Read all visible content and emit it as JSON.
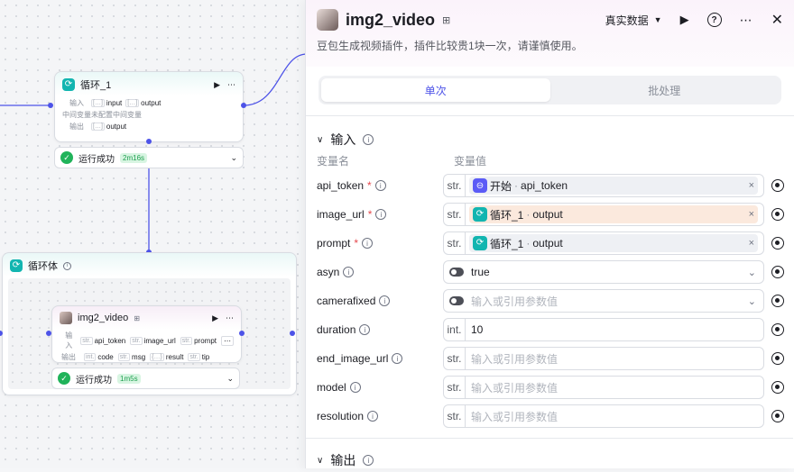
{
  "canvas": {
    "loop_node": {
      "title": "循环_1",
      "rows": [
        {
          "label": "输入",
          "tags": [
            {
              "type": "[…]",
              "name": "input"
            },
            {
              "type": "[…]",
              "name": "output"
            }
          ]
        },
        {
          "label": "中间变量",
          "text": "未配置中间变量"
        },
        {
          "label": "输出",
          "tags": [
            {
              "type": "[…]",
              "name": "output"
            }
          ]
        }
      ],
      "status": "运行成功",
      "time": "2m16s"
    },
    "loop_body": {
      "title": "循环体"
    },
    "video_node": {
      "title": "img2_video",
      "rows": [
        {
          "label": "输入",
          "tags": [
            {
              "type": "str.",
              "name": "api_token"
            },
            {
              "type": "str.",
              "name": "image_url"
            },
            {
              "type": "str.",
              "name": "prompt"
            }
          ]
        },
        {
          "label": "输出",
          "tags": [
            {
              "type": "int.",
              "name": "code"
            },
            {
              "type": "str.",
              "name": "msg"
            },
            {
              "type": "{…}",
              "name": "result"
            },
            {
              "type": "str.",
              "name": "tip"
            }
          ]
        }
      ],
      "status": "运行成功",
      "time": "1m5s"
    }
  },
  "panel": {
    "title": "img2_video",
    "description": "豆包生成视频插件，插件比较贵1块一次，请谨慎使用。",
    "mode_label": "真实数据",
    "tabs": [
      "单次",
      "批处理"
    ],
    "input_section": "输入",
    "output_section": "输出",
    "col_name": "变量名",
    "col_value": "变量值",
    "params": [
      {
        "name": "api_token",
        "required": true,
        "type": "str.",
        "kind": "ref",
        "node": "开始",
        "var": "api_token",
        "icon": "start-icon"
      },
      {
        "name": "image_url",
        "required": true,
        "type": "str.",
        "kind": "ref",
        "node": "循环_1",
        "var": "output",
        "icon": "loop-icon",
        "highlight": true
      },
      {
        "name": "prompt",
        "required": true,
        "type": "str.",
        "kind": "ref",
        "node": "循环_1",
        "var": "output",
        "icon": "loop-icon"
      },
      {
        "name": "asyn",
        "required": false,
        "type": "toggle",
        "kind": "select",
        "value": "true"
      },
      {
        "name": "camerafixed",
        "required": false,
        "type": "toggle",
        "kind": "select",
        "placeholder": "输入或引用参数值"
      },
      {
        "name": "duration",
        "required": false,
        "type": "int.",
        "kind": "value",
        "value": "10"
      },
      {
        "name": "end_image_url",
        "required": false,
        "type": "str.",
        "kind": "value",
        "placeholder": "输入或引用参数值"
      },
      {
        "name": "model",
        "required": false,
        "type": "str.",
        "kind": "value",
        "placeholder": "输入或引用参数值"
      },
      {
        "name": "resolution",
        "required": false,
        "type": "str.",
        "kind": "value",
        "placeholder": "输入或引用参数值"
      }
    ]
  },
  "colors": {
    "accent": "#4d53e8",
    "loop": "#12b5b0",
    "success": "#20b35a",
    "required": "#e5484d"
  }
}
